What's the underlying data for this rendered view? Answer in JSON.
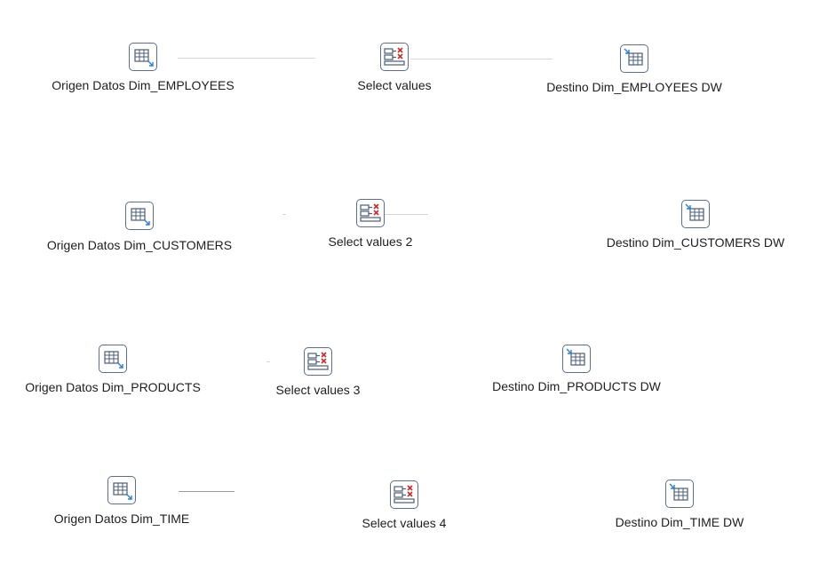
{
  "canvas": {
    "background": "#ffffff",
    "rows": [
      {
        "source": {
          "label": "Origen Datos Dim_EMPLOYEES",
          "icon": "table-input-icon"
        },
        "select": {
          "label": "Select values",
          "icon": "select-values-icon"
        },
        "destination": {
          "label": "Destino Dim_EMPLOYEES DW",
          "icon": "table-output-icon"
        }
      },
      {
        "source": {
          "label": "Origen Datos Dim_CUSTOMERS",
          "icon": "table-input-icon"
        },
        "select": {
          "label": "Select values 2",
          "icon": "select-values-icon"
        },
        "destination": {
          "label": "Destino Dim_CUSTOMERS DW",
          "icon": "table-output-icon"
        }
      },
      {
        "source": {
          "label": "Origen Datos Dim_PRODUCTS",
          "icon": "table-input-icon"
        },
        "select": {
          "label": "Select values 3",
          "icon": "select-values-icon"
        },
        "destination": {
          "label": "Destino Dim_PRODUCTS DW",
          "icon": "table-output-icon"
        }
      },
      {
        "source": {
          "label": "Origen Datos Dim_TIME",
          "icon": "table-input-icon"
        },
        "select": {
          "label": "Select values 4",
          "icon": "select-values-icon"
        },
        "destination": {
          "label": "Destino Dim_TIME DW",
          "icon": "table-output-icon"
        }
      }
    ],
    "colors": {
      "icon_border": "#5b6f8a",
      "icon_grid": "#4a5d78",
      "icon_accent": "#2a7fd4",
      "select_red": "#d42a2a",
      "hop_line": "#d6d6d6"
    }
  }
}
